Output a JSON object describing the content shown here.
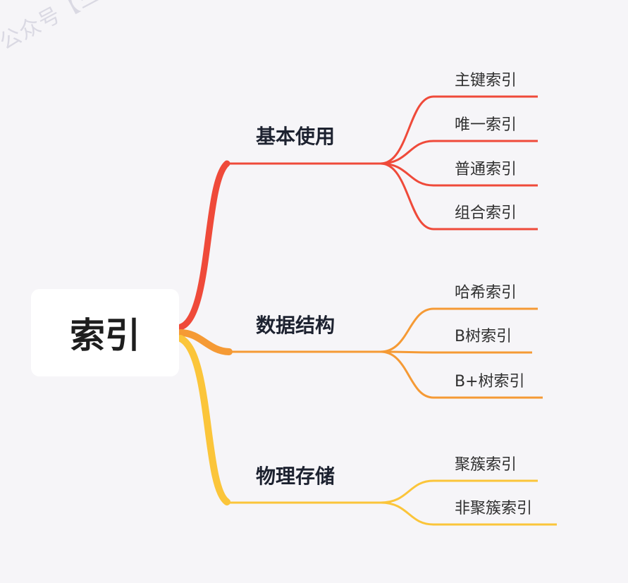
{
  "watermark": "公众号【三分恶】",
  "root": {
    "label": "索引"
  },
  "branches": [
    {
      "label": "基本使用",
      "color": "#ef4a3a",
      "leaves": [
        "主键索引",
        "唯一索引",
        "普通索引",
        "组合索引"
      ]
    },
    {
      "label": "数据结构",
      "color": "#f59a35",
      "leaves": [
        "哈希索引",
        "B树索引",
        "B+树索引"
      ]
    },
    {
      "label": "物理存储",
      "color": "#fbc53a",
      "leaves": [
        "聚簇索引",
        "非聚簇索引"
      ]
    }
  ]
}
